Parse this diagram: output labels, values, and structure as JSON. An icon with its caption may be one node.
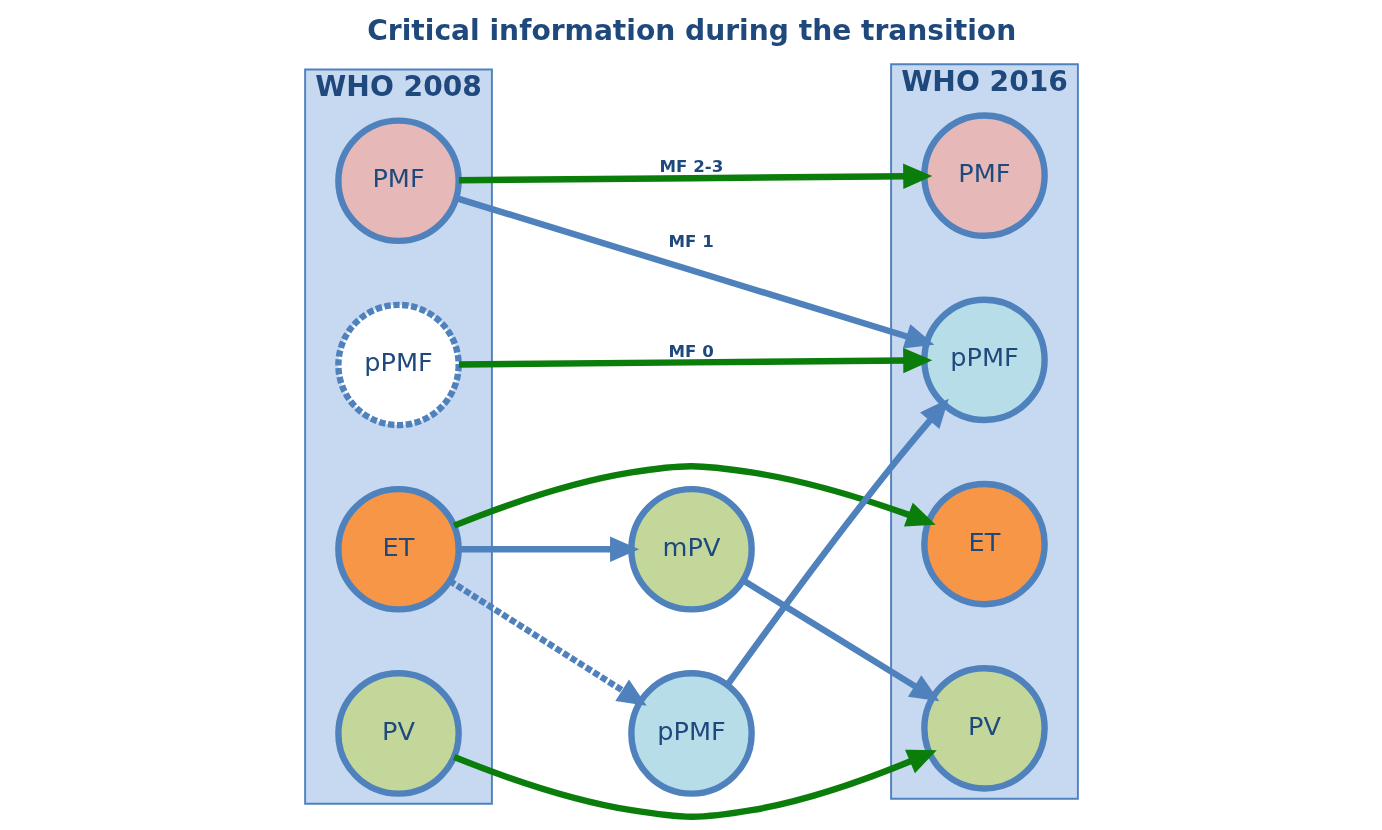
{
  "diagram": {
    "title": "Critical information during the transition",
    "nodes": [
      {
        "text": [
          "WHO 2008"
        ]
      },
      {
        "text": [
          "PV"
        ],
        "in": 0
      },
      {
        "text": [
          "ET"
        ],
        "in": 0
      },
      {
        "text": [
          "pPMF"
        ],
        "in": 0
      },
      {
        "text": [
          "PMF"
        ],
        "in": 0
      },
      {
        "text": [
          "mPV"
        ]
      },
      {
        "text": [
          "pPMF"
        ]
      },
      {
        "text": [
          "WHO 2016"
        ]
      },
      {
        "text": [
          "PV"
        ],
        "in": 7
      },
      {
        "text": [
          "ET"
        ],
        "in": 7
      },
      {
        "text": [
          "pPMF"
        ],
        "in": 7
      },
      {
        "text": [
          "PMF"
        ],
        "in": 7
      }
    ],
    "edges": [
      {
        "from": 1,
        "to": 8,
        "arrow": "to",
        "color": "#0a7d0a"
      },
      {
        "from": 5,
        "to": 8,
        "arrow": "to",
        "color": "#4f81bd"
      },
      {
        "from": 2,
        "to": 5,
        "arrow": "to",
        "color": "#4f81bd"
      },
      {
        "from": 2,
        "to": 9,
        "arrow": "to",
        "color": "#0a7d0a"
      },
      {
        "from": 2,
        "to": 6,
        "arrow": "to",
        "style": "dashed",
        "color": "#4f81bd"
      },
      {
        "from": 6,
        "to": 10,
        "arrow": "to",
        "color": "#4f81bd"
      },
      {
        "from": 3,
        "to": 10,
        "arrow": "to",
        "label": "MF 0",
        "color": "#0a7d0a"
      },
      {
        "from": 4,
        "to": 10,
        "arrow": "to",
        "label": "MF 1",
        "color": "#4f81bd"
      },
      {
        "from": 4,
        "to": 11,
        "arrow": "to",
        "label": "MF 2-3",
        "color": "#0a7d0a"
      }
    ]
  }
}
